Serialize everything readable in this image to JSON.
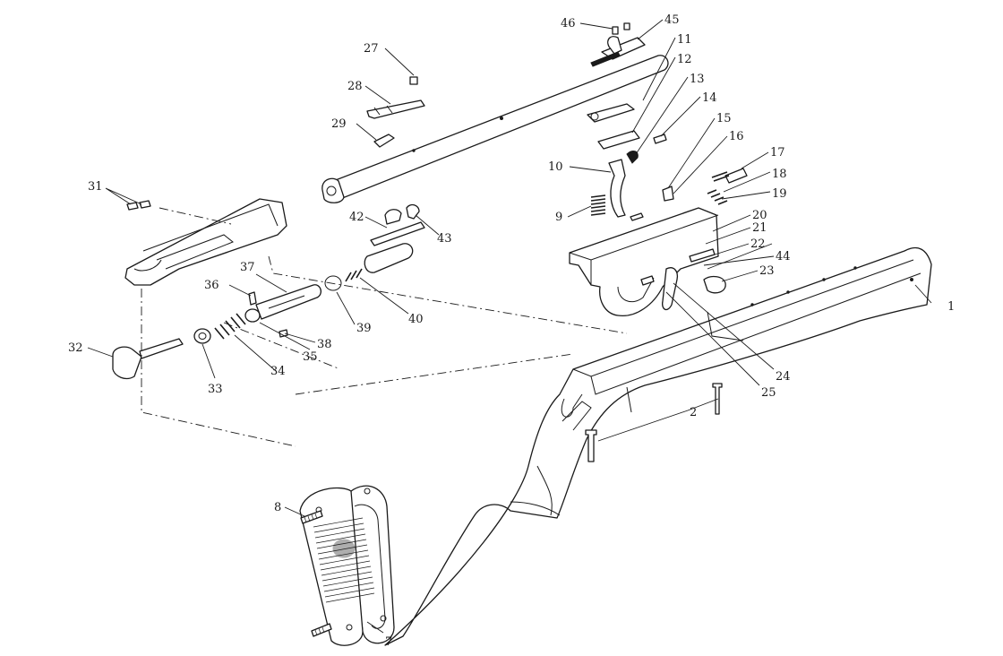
{
  "diagram": {
    "type": "exploded-parts-diagram",
    "callouts": [
      {
        "id": "p1",
        "label": "1"
      },
      {
        "id": "p2",
        "label": "2"
      },
      {
        "id": "p7",
        "label": "7"
      },
      {
        "id": "p8",
        "label": "8"
      },
      {
        "id": "p9",
        "label": "9"
      },
      {
        "id": "p10",
        "label": "10"
      },
      {
        "id": "p11",
        "label": "11"
      },
      {
        "id": "p12",
        "label": "12"
      },
      {
        "id": "p13",
        "label": "13"
      },
      {
        "id": "p14",
        "label": "14"
      },
      {
        "id": "p15",
        "label": "15"
      },
      {
        "id": "p16",
        "label": "16"
      },
      {
        "id": "p17",
        "label": "17"
      },
      {
        "id": "p18",
        "label": "18"
      },
      {
        "id": "p19",
        "label": "19"
      },
      {
        "id": "p20",
        "label": "20"
      },
      {
        "id": "p21",
        "label": "21"
      },
      {
        "id": "p22",
        "label": "22"
      },
      {
        "id": "p23",
        "label": "23"
      },
      {
        "id": "p24",
        "label": "24"
      },
      {
        "id": "p25",
        "label": "25"
      },
      {
        "id": "p27",
        "label": "27"
      },
      {
        "id": "p28",
        "label": "28"
      },
      {
        "id": "p29",
        "label": "29"
      },
      {
        "id": "p31",
        "label": "31"
      },
      {
        "id": "p32",
        "label": "32"
      },
      {
        "id": "p33",
        "label": "33"
      },
      {
        "id": "p34",
        "label": "34"
      },
      {
        "id": "p35",
        "label": "35"
      },
      {
        "id": "p36",
        "label": "36"
      },
      {
        "id": "p37",
        "label": "37"
      },
      {
        "id": "p38",
        "label": "38"
      },
      {
        "id": "p39",
        "label": "39"
      },
      {
        "id": "p40",
        "label": "40"
      },
      {
        "id": "p42",
        "label": "42"
      },
      {
        "id": "p43",
        "label": "43"
      },
      {
        "id": "p44",
        "label": "44"
      },
      {
        "id": "p45",
        "label": "45"
      },
      {
        "id": "p46",
        "label": "46"
      }
    ]
  }
}
